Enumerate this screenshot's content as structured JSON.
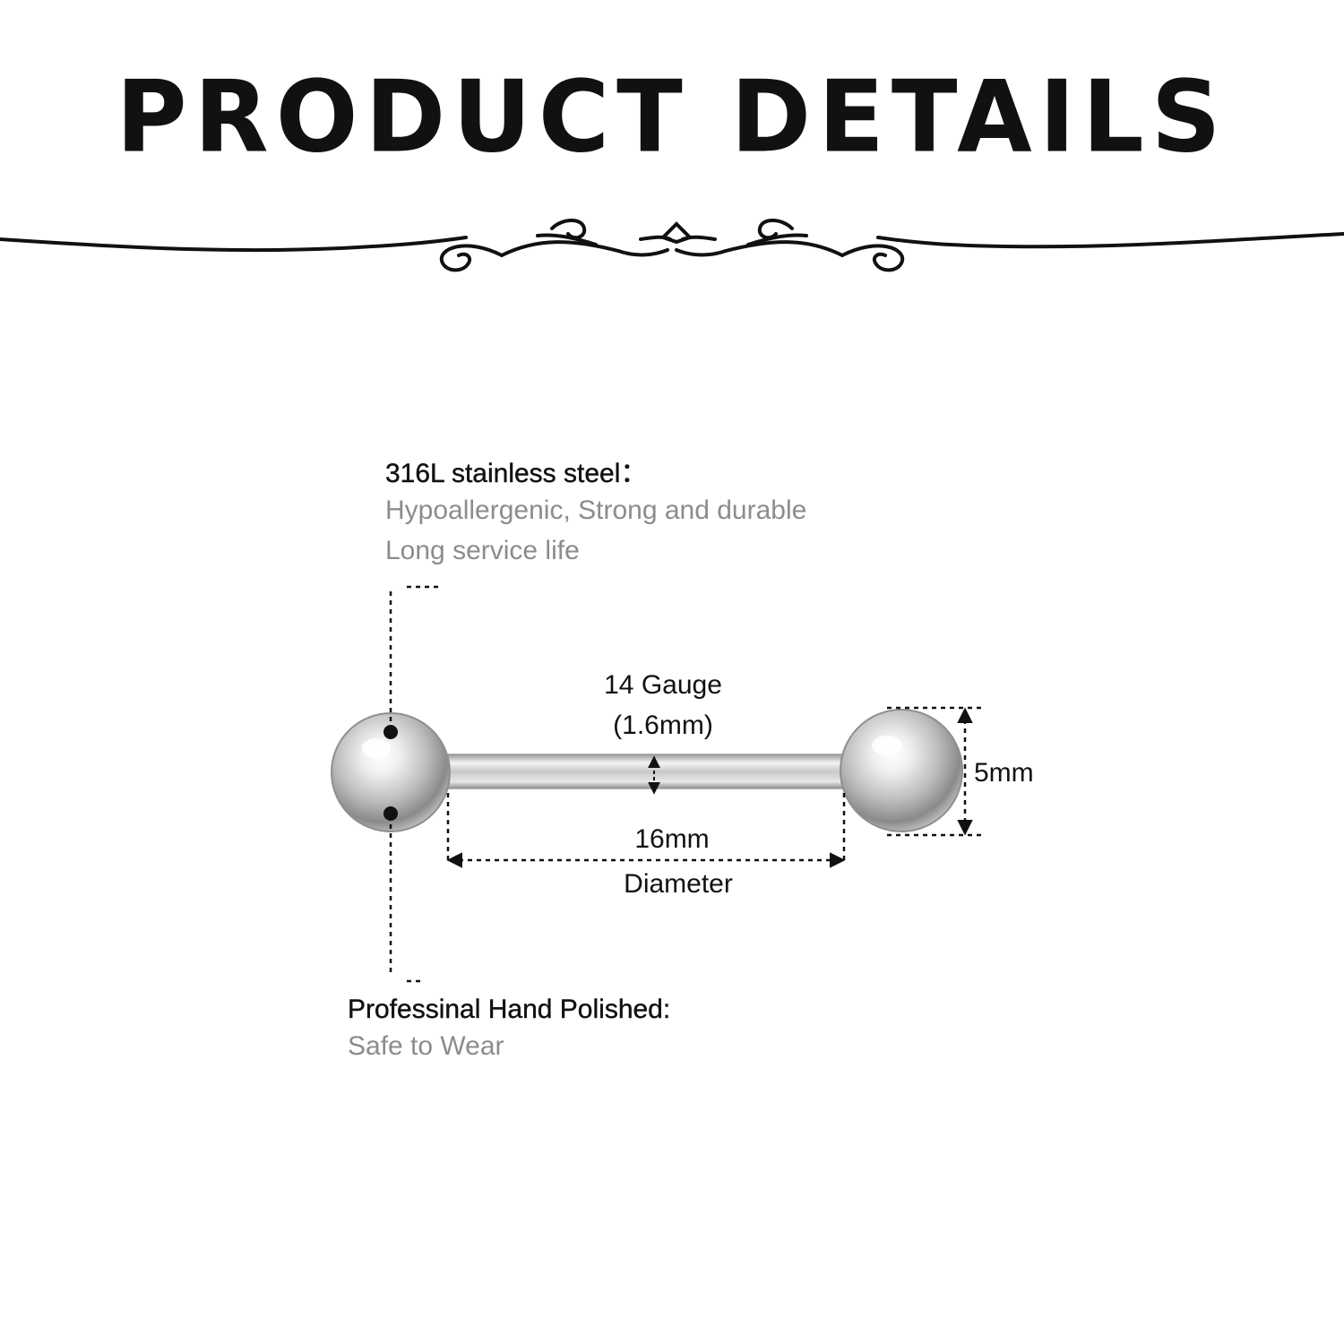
{
  "header": {
    "title": "PRODUCT DETAILS"
  },
  "material": {
    "heading": "316L stainless steel：",
    "lines": [
      "Hypoallergenic, Strong and durable",
      "Long service life"
    ]
  },
  "finish": {
    "heading": "Professinal Hand Polished:",
    "lines": [
      "Safe to Wear"
    ]
  },
  "dimensions": {
    "gauge": "14 Gauge",
    "gauge_mm": "(1.6mm)",
    "length": "16mm",
    "length_caption": "Diameter",
    "ball_size": "5mm"
  },
  "colors": {
    "heading_text": "#111111",
    "body_text": "#8c8c8c",
    "steel_light": "#f2f2f2",
    "steel_dark": "#7a7a7a"
  },
  "icons": {
    "divider": "ornamental-swirl-divider",
    "arrows": "double-headed-arrow"
  }
}
